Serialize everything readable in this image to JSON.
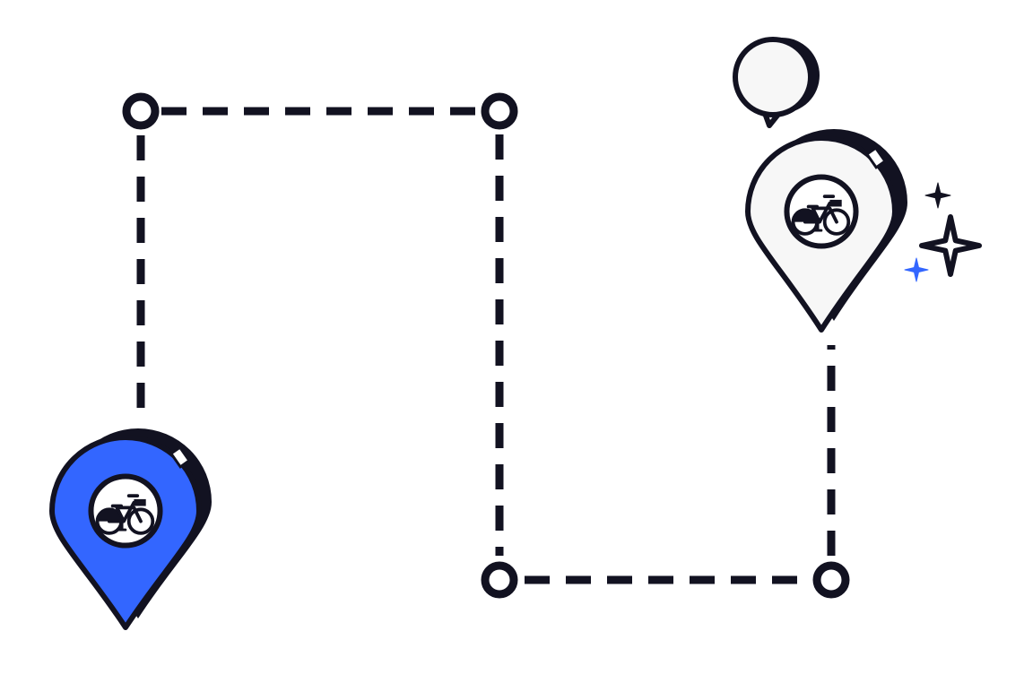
{
  "colors": {
    "ink": "#121221",
    "start_pin_fill": "#3366ff",
    "end_pin_fill": "#f7f7f7",
    "bubble_fill": "#f7f7f7",
    "sparkle_accent": "#3366ff",
    "background": "#ffffff"
  },
  "route": {
    "waypoint_count": 4,
    "line_style": "dashed"
  },
  "pins": [
    {
      "role": "start",
      "icon": "bicycle-icon",
      "fill": "#3366ff"
    },
    {
      "role": "destination",
      "icon": "bicycle-icon",
      "fill": "#f7f7f7"
    }
  ],
  "decorations": {
    "speech_bubble": "empty",
    "sparkles": [
      "sparkle-small-dark",
      "sparkle-large-outline",
      "sparkle-small-blue"
    ]
  }
}
